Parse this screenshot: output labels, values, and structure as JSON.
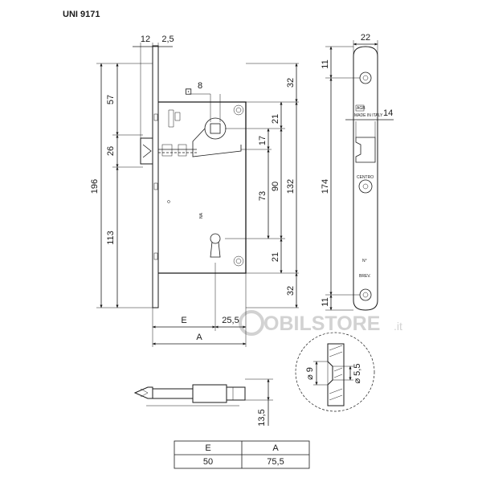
{
  "title": "UNI 9171",
  "watermark": {
    "main": "OBILSTORE",
    "suffix": ".it"
  },
  "dimensions": {
    "faceplate_thickness": "12",
    "backset_offset": "2,5",
    "height_total": "196",
    "upper_to_latch": "57",
    "latch_height": "26",
    "lower_to_bottom": "113",
    "spindle_square": "8",
    "case_top_margin": "32",
    "case_inner_top": "21",
    "latch_offset": "17",
    "hole_spacing": "73",
    "spindle_to_key": "90",
    "case_height": "132",
    "case_inner_bottom": "21",
    "case_bottom_margin": "32",
    "backset_label": "E",
    "backset_extra": "25,5",
    "overall_label": "A",
    "faceplate_width": "22",
    "hole_top": "11",
    "faceplate_length": "174",
    "latch_width": "14",
    "hole_bottom": "11",
    "screw_outer_dia": "⌀ 9",
    "screw_inner_dia": "⌀ 5,5",
    "latch_projection": "13,5"
  },
  "faceplate_marks": {
    "brand": "AGB",
    "made_in": "MADE IN ITALY",
    "centro": "CENTRO",
    "number": "N°",
    "patent": "BREV."
  },
  "table": {
    "headers": [
      "E",
      "A"
    ],
    "rows": [
      [
        "50",
        "75,5"
      ]
    ]
  }
}
